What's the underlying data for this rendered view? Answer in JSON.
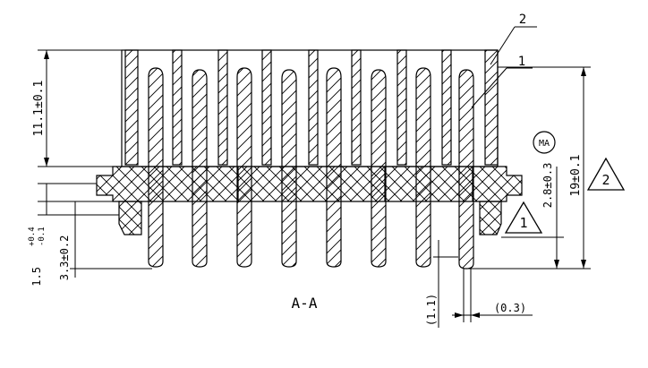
{
  "view_label": "A-A",
  "callouts": {
    "c1": "1",
    "c2": "2"
  },
  "triangles": {
    "t1": "1",
    "t2": "2"
  },
  "ma_label": "MA",
  "dims": {
    "h_11_1": "11.1±0.1",
    "h_1_5": "1.5",
    "h_1_5_tol_upper": "+0.4",
    "h_1_5_tol_lower": "-0.1",
    "h_3_3": "3.3±0.2",
    "h_2_8": "2.8±0.3",
    "h_19": "19±0.1",
    "h_1_1": "(1.1)",
    "w_0_3": "(0.3)"
  }
}
